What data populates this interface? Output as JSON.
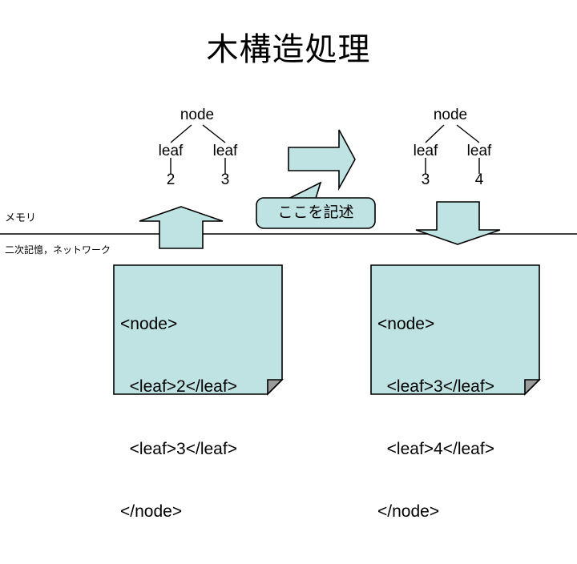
{
  "slide": {
    "title": "木構造処理",
    "background_color": "#ffffff",
    "shape_fill": "#bfe2e3",
    "shape_stroke": "#000000",
    "fold_color": "#9a9a9a"
  },
  "left_tree": {
    "root": "node",
    "children": [
      "leaf",
      "leaf"
    ],
    "values": [
      "2",
      "3"
    ]
  },
  "right_tree": {
    "root": "node",
    "children": [
      "leaf",
      "leaf"
    ],
    "values": [
      "3",
      "4"
    ]
  },
  "callout": {
    "text": "ここを記述"
  },
  "layers": {
    "memory_label": "メモリ",
    "storage_label": "二次記憶，ネットワーク"
  },
  "left_code": {
    "lines": [
      "<node>",
      "  <leaf>2</leaf>",
      "  <leaf>3</leaf>",
      "</node>"
    ]
  },
  "right_code": {
    "lines": [
      "<node>",
      "  <leaf>3</leaf>",
      "  <leaf>4</leaf>",
      "</node>"
    ]
  },
  "icons": {
    "right_arrow": "right-arrow-icon",
    "up_arrow": "up-arrow-icon",
    "down_arrow": "down-arrow-icon",
    "fold_corner": "page-fold-icon"
  }
}
